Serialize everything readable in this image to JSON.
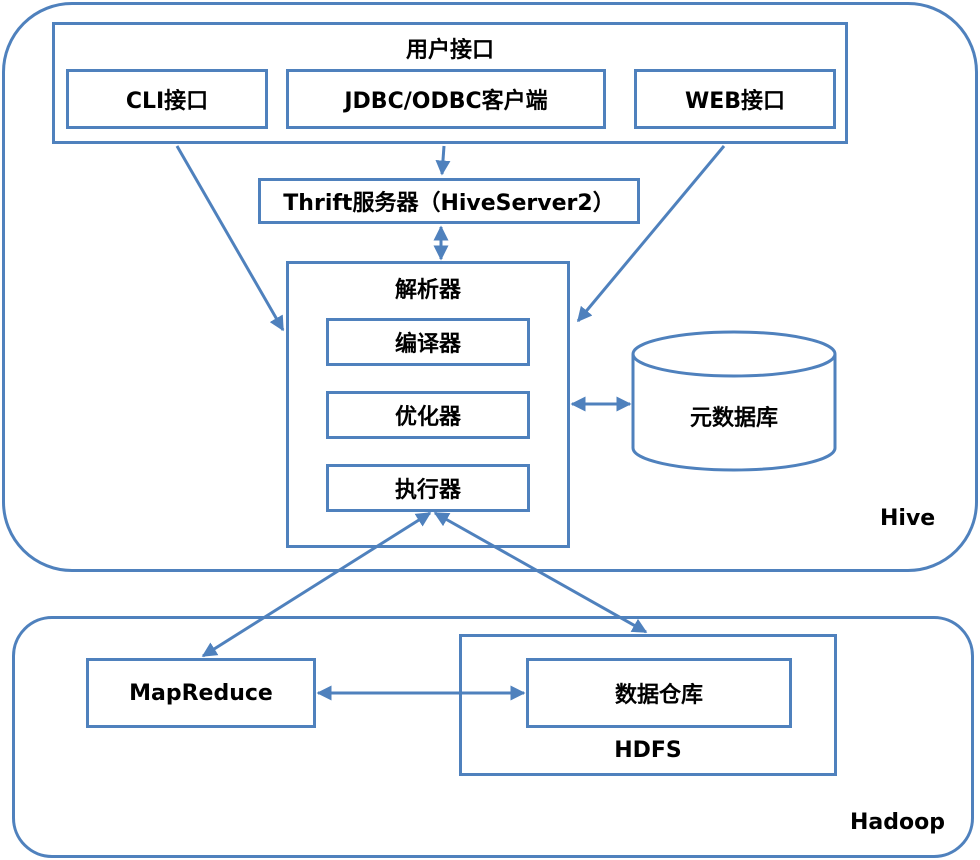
{
  "colors": {
    "stroke": "#4f81bd",
    "text": "#000000",
    "background": "#ffffff"
  },
  "hive": {
    "label": "Hive",
    "user_interface": {
      "title": "用户接口",
      "cli": "CLI接口",
      "jdbc": "JDBC/ODBC客户端",
      "web": "WEB接口"
    },
    "thrift": "Thrift服务器（HiveServer2）",
    "parser": {
      "title": "解析器",
      "compiler": "编译器",
      "optimizer": "优化器",
      "executor": "执行器"
    },
    "metastore": "元数据库"
  },
  "hadoop": {
    "label": "Hadoop",
    "mapreduce": "MapReduce",
    "hdfs": {
      "label": "HDFS",
      "warehouse": "数据仓库"
    }
  }
}
